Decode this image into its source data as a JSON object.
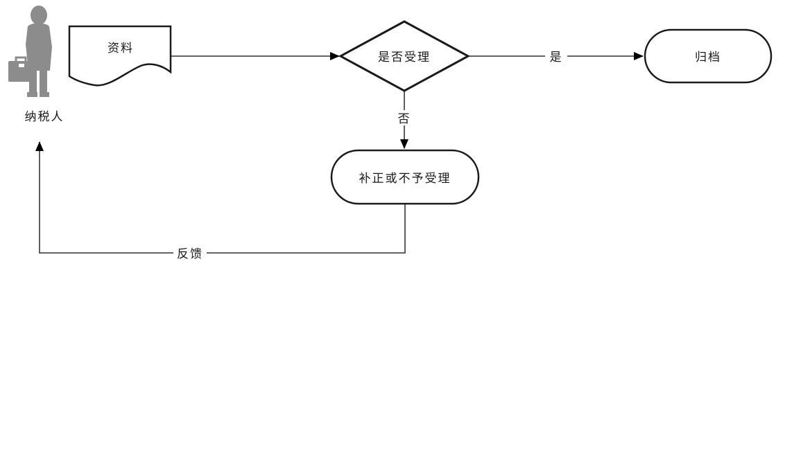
{
  "diagram": {
    "type": "flowchart",
    "actor": {
      "label": "纳税人",
      "icon": "businessman-silhouette-icon"
    },
    "nodes": {
      "document": {
        "label": "资料",
        "shape": "document"
      },
      "decision": {
        "label": "是否受理",
        "shape": "decision-diamond"
      },
      "archive": {
        "label": "归档",
        "shape": "terminator-stadium"
      },
      "correction": {
        "label": "补正或不予受理",
        "shape": "terminator-stadium"
      }
    },
    "edges": {
      "submit": {
        "from": "document",
        "to": "decision",
        "label": ""
      },
      "yes": {
        "from": "decision",
        "to": "archive",
        "label": "是"
      },
      "no": {
        "from": "decision",
        "to": "correction",
        "label": "否"
      },
      "feedback": {
        "from": "correction",
        "to": "actor",
        "label": "反馈"
      }
    },
    "colors": {
      "background": "#ffffff",
      "shape_stroke": "#1a1a1a",
      "connector": "#4d4d4d",
      "arrowhead": "#000000",
      "text": "#1a1a1a",
      "actor_fill": "#8c8c8c"
    }
  }
}
